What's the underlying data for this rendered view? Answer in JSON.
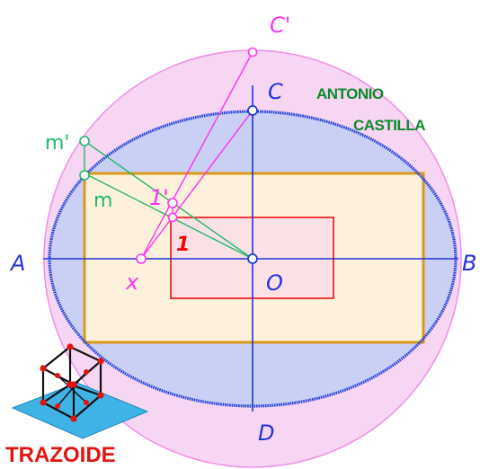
{
  "labels": {
    "A": "A",
    "B": "B",
    "C": "C",
    "C_prime": "C'",
    "D": "D",
    "O": "O",
    "x": "x",
    "m": "m",
    "m_prime": "m'",
    "one": "1",
    "one_prime": "1'"
  },
  "author": {
    "first_name": "ANTONIO",
    "last_name": "CASTILLA"
  },
  "logo": {
    "text": "TRAZOIDE"
  },
  "colors": {
    "ellipse": "#1d3ed8",
    "ellipse_fill": "#c9cff5",
    "auxiliary_circle": "#f08ee8",
    "auxiliary_circle_fill": "#f7d6f3",
    "axes": "#2233dd",
    "outer_rectangle": "#d89a18",
    "outer_rectangle_fill": "#fdf1dc",
    "inner_rectangle": "#ee1111",
    "inner_rectangle_fill": "#fbe1e6",
    "construction_lines_magenta": "#ff33ee",
    "construction_lines_teal": "#23b86a",
    "author_text": "#0c8a2b",
    "logo_text": "#e3140f",
    "logo_plane": "#3fb3e6"
  }
}
